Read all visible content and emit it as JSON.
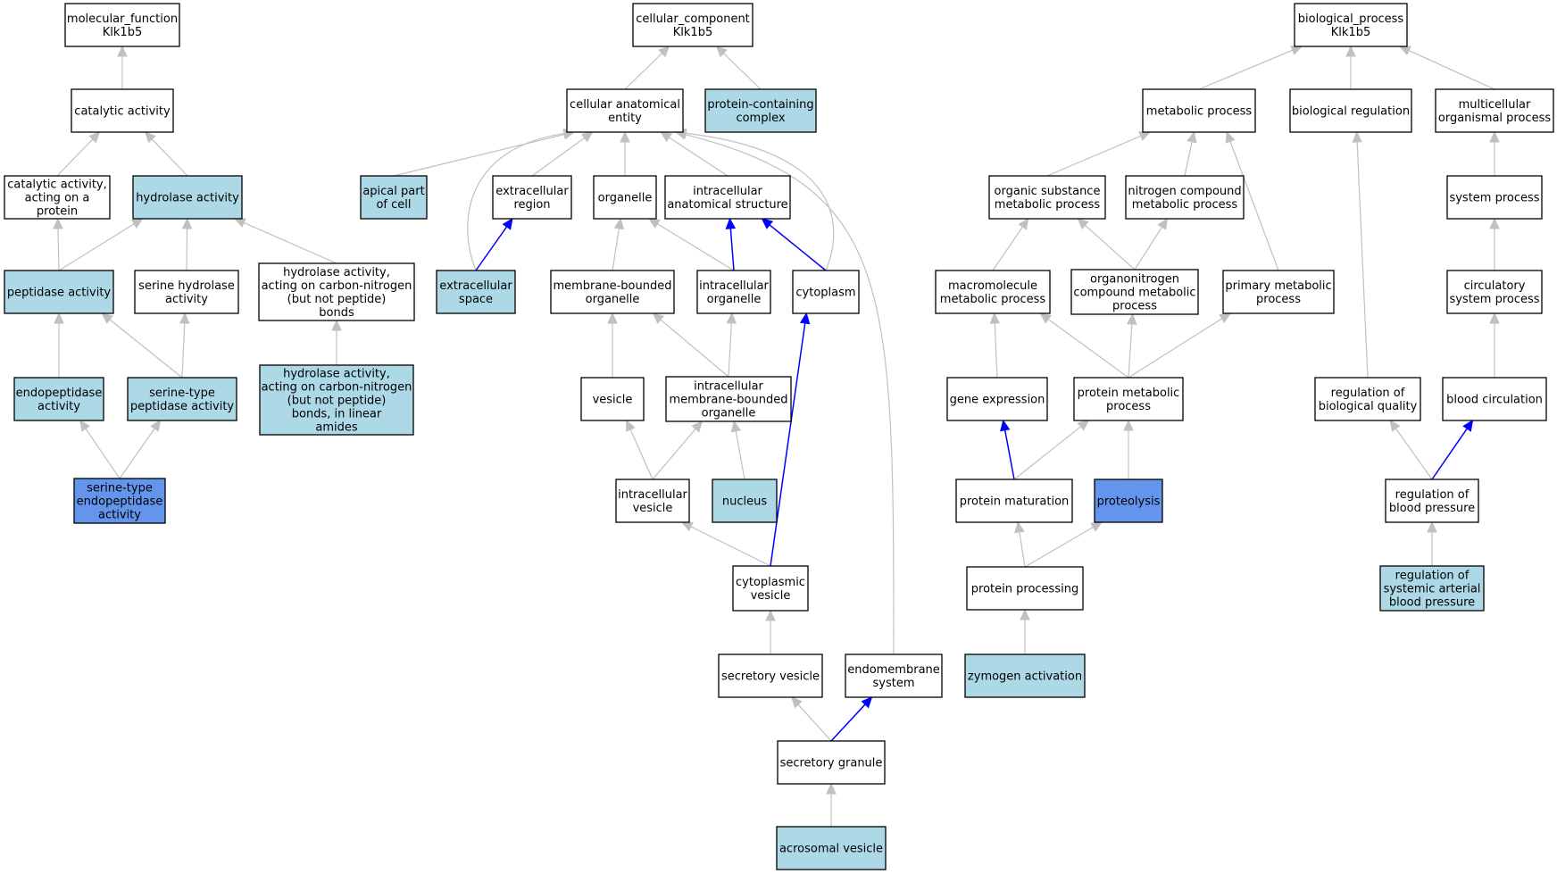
{
  "colors": {
    "plain": "#ffffff",
    "annotated": "#add8e6",
    "selected": "#6495ed",
    "edge_default": "#c0c0c0",
    "edge_highlight": "#0000ff",
    "border": "#000000"
  },
  "graph": {
    "nodes": [
      {
        "id": "mf_root",
        "lines": [
          "molecular_function",
          "Klk1b5"
        ],
        "style": "plain"
      },
      {
        "id": "catalytic_activity",
        "lines": [
          "catalytic activity"
        ],
        "style": "plain"
      },
      {
        "id": "catalytic_protein",
        "lines": [
          "catalytic activity,",
          "acting on a",
          "protein"
        ],
        "style": "plain"
      },
      {
        "id": "hydrolase_activity",
        "lines": [
          "hydrolase activity"
        ],
        "style": "annotated"
      },
      {
        "id": "peptidase_activity",
        "lines": [
          "peptidase activity"
        ],
        "style": "annotated"
      },
      {
        "id": "serine_hydrolase",
        "lines": [
          "serine hydrolase",
          "activity"
        ],
        "style": "plain"
      },
      {
        "id": "hydrolase_cn",
        "lines": [
          "hydrolase activity,",
          "acting on carbon-nitrogen",
          "(but not peptide)",
          "bonds"
        ],
        "style": "plain"
      },
      {
        "id": "hydrolase_cn_linear",
        "lines": [
          "hydrolase activity,",
          "acting on carbon-nitrogen",
          "(but not peptide)",
          "bonds, in linear",
          "amides"
        ],
        "style": "annotated"
      },
      {
        "id": "endopeptidase",
        "lines": [
          "endopeptidase",
          "activity"
        ],
        "style": "annotated"
      },
      {
        "id": "serine_peptidase",
        "lines": [
          "serine-type",
          "peptidase activity"
        ],
        "style": "annotated"
      },
      {
        "id": "serine_endopeptidase",
        "lines": [
          "serine-type",
          "endopeptidase",
          "activity"
        ],
        "style": "selected"
      },
      {
        "id": "cc_root",
        "lines": [
          "cellular_component",
          "Klk1b5"
        ],
        "style": "plain"
      },
      {
        "id": "cellular_anatomical",
        "lines": [
          "cellular anatomical",
          "entity"
        ],
        "style": "plain"
      },
      {
        "id": "protein_complex",
        "lines": [
          "protein-containing",
          "complex"
        ],
        "style": "annotated"
      },
      {
        "id": "apical_part",
        "lines": [
          "apical part",
          "of cell"
        ],
        "style": "annotated"
      },
      {
        "id": "extracellular_region",
        "lines": [
          "extracellular",
          "region"
        ],
        "style": "plain"
      },
      {
        "id": "organelle",
        "lines": [
          "organelle"
        ],
        "style": "plain"
      },
      {
        "id": "intracellular_anatomical",
        "lines": [
          "intracellular",
          "anatomical structure"
        ],
        "style": "plain"
      },
      {
        "id": "extracellular_space",
        "lines": [
          "extracellular",
          "space"
        ],
        "style": "annotated"
      },
      {
        "id": "membrane_bounded",
        "lines": [
          "membrane-bounded",
          "organelle"
        ],
        "style": "plain"
      },
      {
        "id": "intracellular_organelle",
        "lines": [
          "intracellular",
          "organelle"
        ],
        "style": "plain"
      },
      {
        "id": "cytoplasm",
        "lines": [
          "cytoplasm"
        ],
        "style": "plain"
      },
      {
        "id": "vesicle",
        "lines": [
          "vesicle"
        ],
        "style": "plain"
      },
      {
        "id": "intracellular_mb_organelle",
        "lines": [
          "intracellular",
          "membrane-bounded",
          "organelle"
        ],
        "style": "plain"
      },
      {
        "id": "intracellular_vesicle",
        "lines": [
          "intracellular",
          "vesicle"
        ],
        "style": "plain"
      },
      {
        "id": "nucleus",
        "lines": [
          "nucleus"
        ],
        "style": "annotated"
      },
      {
        "id": "cytoplasmic_vesicle",
        "lines": [
          "cytoplasmic",
          "vesicle"
        ],
        "style": "plain"
      },
      {
        "id": "secretory_vesicle",
        "lines": [
          "secretory vesicle"
        ],
        "style": "plain"
      },
      {
        "id": "endomembrane",
        "lines": [
          "endomembrane",
          "system"
        ],
        "style": "plain"
      },
      {
        "id": "secretory_granule",
        "lines": [
          "secretory granule"
        ],
        "style": "plain"
      },
      {
        "id": "acrosomal_vesicle",
        "lines": [
          "acrosomal vesicle"
        ],
        "style": "annotated"
      },
      {
        "id": "bp_root",
        "lines": [
          "biological_process",
          "Klk1b5"
        ],
        "style": "plain"
      },
      {
        "id": "metabolic_process",
        "lines": [
          "metabolic process"
        ],
        "style": "plain"
      },
      {
        "id": "biological_regulation",
        "lines": [
          "biological regulation"
        ],
        "style": "plain"
      },
      {
        "id": "multicellular",
        "lines": [
          "multicellular",
          "organismal process"
        ],
        "style": "plain"
      },
      {
        "id": "organic_substance",
        "lines": [
          "organic substance",
          "metabolic process"
        ],
        "style": "plain"
      },
      {
        "id": "nitrogen_compound",
        "lines": [
          "nitrogen compound",
          "metabolic process"
        ],
        "style": "plain"
      },
      {
        "id": "system_process",
        "lines": [
          "system process"
        ],
        "style": "plain"
      },
      {
        "id": "macromolecule",
        "lines": [
          "macromolecule",
          "metabolic process"
        ],
        "style": "plain"
      },
      {
        "id": "organonitrogen",
        "lines": [
          "organonitrogen",
          "compound metabolic",
          "process"
        ],
        "style": "plain"
      },
      {
        "id": "primary_metabolic",
        "lines": [
          "primary metabolic",
          "process"
        ],
        "style": "plain"
      },
      {
        "id": "circulatory",
        "lines": [
          "circulatory",
          "system process"
        ],
        "style": "plain"
      },
      {
        "id": "gene_expression",
        "lines": [
          "gene expression"
        ],
        "style": "plain"
      },
      {
        "id": "protein_metabolic",
        "lines": [
          "protein metabolic",
          "process"
        ],
        "style": "plain"
      },
      {
        "id": "regulation_quality",
        "lines": [
          "regulation of",
          "biological quality"
        ],
        "style": "plain"
      },
      {
        "id": "blood_circulation",
        "lines": [
          "blood circulation"
        ],
        "style": "plain"
      },
      {
        "id": "protein_maturation",
        "lines": [
          "protein maturation"
        ],
        "style": "plain"
      },
      {
        "id": "proteolysis",
        "lines": [
          "proteolysis"
        ],
        "style": "selected"
      },
      {
        "id": "regulation_bp",
        "lines": [
          "regulation of",
          "blood pressure"
        ],
        "style": "plain"
      },
      {
        "id": "protein_processing",
        "lines": [
          "protein processing"
        ],
        "style": "plain"
      },
      {
        "id": "regulation_systemic",
        "lines": [
          "regulation of",
          "systemic arterial",
          "blood pressure"
        ],
        "style": "annotated"
      },
      {
        "id": "zymogen_activation",
        "lines": [
          "zymogen activation"
        ],
        "style": "annotated"
      }
    ],
    "edges": [
      {
        "from": "catalytic_activity",
        "to": "mf_root",
        "highlight": false
      },
      {
        "from": "catalytic_protein",
        "to": "catalytic_activity",
        "highlight": false
      },
      {
        "from": "hydrolase_activity",
        "to": "catalytic_activity",
        "highlight": false
      },
      {
        "from": "peptidase_activity",
        "to": "catalytic_protein",
        "highlight": false
      },
      {
        "from": "peptidase_activity",
        "to": "hydrolase_activity",
        "highlight": false
      },
      {
        "from": "serine_hydrolase",
        "to": "hydrolase_activity",
        "highlight": false
      },
      {
        "from": "hydrolase_cn",
        "to": "hydrolase_activity",
        "highlight": false
      },
      {
        "from": "hydrolase_cn_linear",
        "to": "hydrolase_cn",
        "highlight": false
      },
      {
        "from": "endopeptidase",
        "to": "peptidase_activity",
        "highlight": false
      },
      {
        "from": "serine_peptidase",
        "to": "peptidase_activity",
        "highlight": false
      },
      {
        "from": "serine_peptidase",
        "to": "serine_hydrolase",
        "highlight": false
      },
      {
        "from": "serine_endopeptidase",
        "to": "endopeptidase",
        "highlight": false
      },
      {
        "from": "serine_endopeptidase",
        "to": "serine_peptidase",
        "highlight": false
      },
      {
        "from": "cellular_anatomical",
        "to": "cc_root",
        "highlight": false
      },
      {
        "from": "protein_complex",
        "to": "cc_root",
        "highlight": false
      },
      {
        "from": "apical_part",
        "to": "cellular_anatomical",
        "highlight": false
      },
      {
        "from": "extracellular_region",
        "to": "cellular_anatomical",
        "highlight": false
      },
      {
        "from": "organelle",
        "to": "cellular_anatomical",
        "highlight": false
      },
      {
        "from": "intracellular_anatomical",
        "to": "cellular_anatomical",
        "highlight": false
      },
      {
        "from": "extracellular_space",
        "to": "cellular_anatomical",
        "highlight": false
      },
      {
        "from": "cytoplasm",
        "to": "cellular_anatomical",
        "highlight": false
      },
      {
        "from": "endomembrane",
        "to": "cellular_anatomical",
        "highlight": false
      },
      {
        "from": "extracellular_space",
        "to": "extracellular_region",
        "highlight": true
      },
      {
        "from": "membrane_bounded",
        "to": "organelle",
        "highlight": false
      },
      {
        "from": "intracellular_organelle",
        "to": "organelle",
        "highlight": false
      },
      {
        "from": "intracellular_organelle",
        "to": "intracellular_anatomical",
        "highlight": true
      },
      {
        "from": "cytoplasm",
        "to": "intracellular_anatomical",
        "highlight": true
      },
      {
        "from": "vesicle",
        "to": "membrane_bounded",
        "highlight": false
      },
      {
        "from": "intracellular_mb_organelle",
        "to": "membrane_bounded",
        "highlight": false
      },
      {
        "from": "intracellular_mb_organelle",
        "to": "intracellular_organelle",
        "highlight": false
      },
      {
        "from": "intracellular_vesicle",
        "to": "vesicle",
        "highlight": false
      },
      {
        "from": "intracellular_vesicle",
        "to": "intracellular_mb_organelle",
        "highlight": false
      },
      {
        "from": "nucleus",
        "to": "intracellular_mb_organelle",
        "highlight": false
      },
      {
        "from": "cytoplasmic_vesicle",
        "to": "intracellular_vesicle",
        "highlight": false
      },
      {
        "from": "cytoplasmic_vesicle",
        "to": "cytoplasm",
        "highlight": true
      },
      {
        "from": "secretory_vesicle",
        "to": "cytoplasmic_vesicle",
        "highlight": false
      },
      {
        "from": "secretory_granule",
        "to": "secretory_vesicle",
        "highlight": false
      },
      {
        "from": "secretory_granule",
        "to": "endomembrane",
        "highlight": true
      },
      {
        "from": "acrosomal_vesicle",
        "to": "secretory_granule",
        "highlight": false
      },
      {
        "from": "metabolic_process",
        "to": "bp_root",
        "highlight": false
      },
      {
        "from": "biological_regulation",
        "to": "bp_root",
        "highlight": false
      },
      {
        "from": "multicellular",
        "to": "bp_root",
        "highlight": false
      },
      {
        "from": "organic_substance",
        "to": "metabolic_process",
        "highlight": false
      },
      {
        "from": "nitrogen_compound",
        "to": "metabolic_process",
        "highlight": false
      },
      {
        "from": "primary_metabolic",
        "to": "metabolic_process",
        "highlight": false
      },
      {
        "from": "system_process",
        "to": "multicellular",
        "highlight": false
      },
      {
        "from": "macromolecule",
        "to": "organic_substance",
        "highlight": false
      },
      {
        "from": "organonitrogen",
        "to": "organic_substance",
        "highlight": false
      },
      {
        "from": "organonitrogen",
        "to": "nitrogen_compound",
        "highlight": false
      },
      {
        "from": "circulatory",
        "to": "system_process",
        "highlight": false
      },
      {
        "from": "gene_expression",
        "to": "macromolecule",
        "highlight": false
      },
      {
        "from": "protein_metabolic",
        "to": "macromolecule",
        "highlight": false
      },
      {
        "from": "protein_metabolic",
        "to": "organonitrogen",
        "highlight": false
      },
      {
        "from": "protein_metabolic",
        "to": "primary_metabolic",
        "highlight": false
      },
      {
        "from": "regulation_quality",
        "to": "biological_regulation",
        "highlight": false
      },
      {
        "from": "blood_circulation",
        "to": "circulatory",
        "highlight": false
      },
      {
        "from": "protein_maturation",
        "to": "gene_expression",
        "highlight": true
      },
      {
        "from": "protein_maturation",
        "to": "protein_metabolic",
        "highlight": false
      },
      {
        "from": "proteolysis",
        "to": "protein_metabolic",
        "highlight": false
      },
      {
        "from": "regulation_bp",
        "to": "regulation_quality",
        "highlight": false
      },
      {
        "from": "regulation_bp",
        "to": "blood_circulation",
        "highlight": true
      },
      {
        "from": "protein_processing",
        "to": "protein_maturation",
        "highlight": false
      },
      {
        "from": "protein_processing",
        "to": "proteolysis",
        "highlight": false
      },
      {
        "from": "regulation_systemic",
        "to": "regulation_bp",
        "highlight": false
      },
      {
        "from": "zymogen_activation",
        "to": "protein_processing",
        "highlight": false
      }
    ]
  }
}
